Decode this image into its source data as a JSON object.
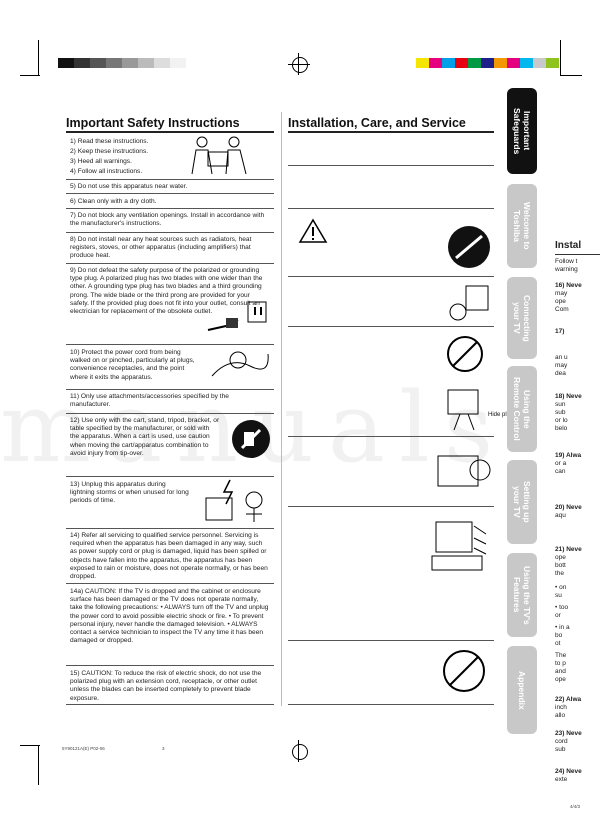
{
  "left": {
    "title": "Important Safety Instructions",
    "items": [
      {
        "text": "1) Read these instructions."
      },
      {
        "text": "2) Keep these instructions."
      },
      {
        "text": "3) Heed all warnings."
      },
      {
        "text": "4) Follow all instructions."
      },
      {
        "text": "5) Do not use this apparatus near water."
      },
      {
        "text": "6) Clean only with a dry cloth."
      },
      {
        "text": "7) Do not block any ventilation openings. Install in accordance with the manufacturer's instructions."
      },
      {
        "text": "8) Do not install near any heat sources such as radiators, heat registers, stoves, or other apparatus (including amplifiers) that produce heat."
      },
      {
        "text": "9) Do not defeat the safety purpose of the polarized or grounding type plug. A polarized plug has two blades with one wider than the other. A grounding type plug has two blades and a third grounding prong. The wide blade or the third prong are provided for your safety. If the provided plug does not fit into your outlet, consult an electrician for replacement of the obsolete outlet."
      },
      {
        "text": "10) Protect the power cord from being walked on or pinched, particularly at plugs, convenience receptacles, and the point where it exits the apparatus."
      },
      {
        "text": "11) Only use attachments/accessories specified by the manufacturer."
      },
      {
        "text": "12) Use only with the cart, stand, tripod, bracket, or table specified by the manufacturer, or sold with the apparatus. When a cart is used, use caution when moving the cart/apparatus combination to avoid injury from tip-over."
      },
      {
        "text": "13) Unplug this apparatus during lightning storms or when unused for long periods of time."
      },
      {
        "text": "14) Refer all servicing to qualified service personnel. Servicing is required when the apparatus has been damaged in any way, such as power supply cord or plug is damaged, liquid has been spilled or objects have fallen into the apparatus, the apparatus has been exposed to rain or moisture, does not operate normally, or has been dropped."
      },
      {
        "text": "14a) CAUTION: If the TV is dropped and the cabinet or enclosure surface has been damaged or the TV does not operate normally, take the following precautions: • ALWAYS turn off the TV and unplug the power cord to avoid possible electric shock or fire. • To prevent personal injury, never handle the damaged television. • ALWAYS contact a service technician to inspect the TV any time it has been damaged or dropped."
      },
      {
        "text": "15) CAUTION: To reduce the risk of electric shock, do not use the polarized plug with an extension cord, receptacle, or other outlet unless the blades can be inserted completely to prevent blade exposure."
      }
    ]
  },
  "middle": {
    "title": "Installation, Care, and Service",
    "hide_plug": "Hide plug"
  },
  "tabs": [
    {
      "label": "Important\nSafeguards"
    },
    {
      "label": "Welcome to\nToshiba"
    },
    {
      "label": "Connecting\nyour TV"
    },
    {
      "label": "Using the\nRemote Control"
    },
    {
      "label": "Setting up\nyour TV"
    },
    {
      "label": "Using the TV's\nFeatures"
    },
    {
      "label": "Appendix"
    }
  ],
  "right_strip": {
    "title": "Instal",
    "lines": [
      "Follow t",
      "warning",
      "16) Neve",
      "may",
      "ope",
      "Com",
      "17)",
      "an u",
      "may",
      "dea",
      "18) Neve",
      "sun",
      "sub",
      "or lo",
      "belo",
      "19) Alwa",
      "or a",
      "can",
      "20) Neve",
      "aqu",
      "21) Neve",
      "ope",
      "bott",
      "the",
      "• on",
      "su",
      "• too",
      "or",
      "• in a",
      "bo",
      "ot",
      "The",
      "to p",
      "and",
      "ope",
      "22) Alwa",
      "inch",
      "allo",
      "23) Neve",
      "cord",
      "sub",
      "24) Neve",
      "exte"
    ]
  },
  "footer": {
    "code": "5Y90121A(E) P02-06",
    "page": "3",
    "right": "4/4/3"
  },
  "watermark": "manuals",
  "colors": {
    "tab_active": "#111111",
    "tab_inactive": "#c8c8c8"
  }
}
